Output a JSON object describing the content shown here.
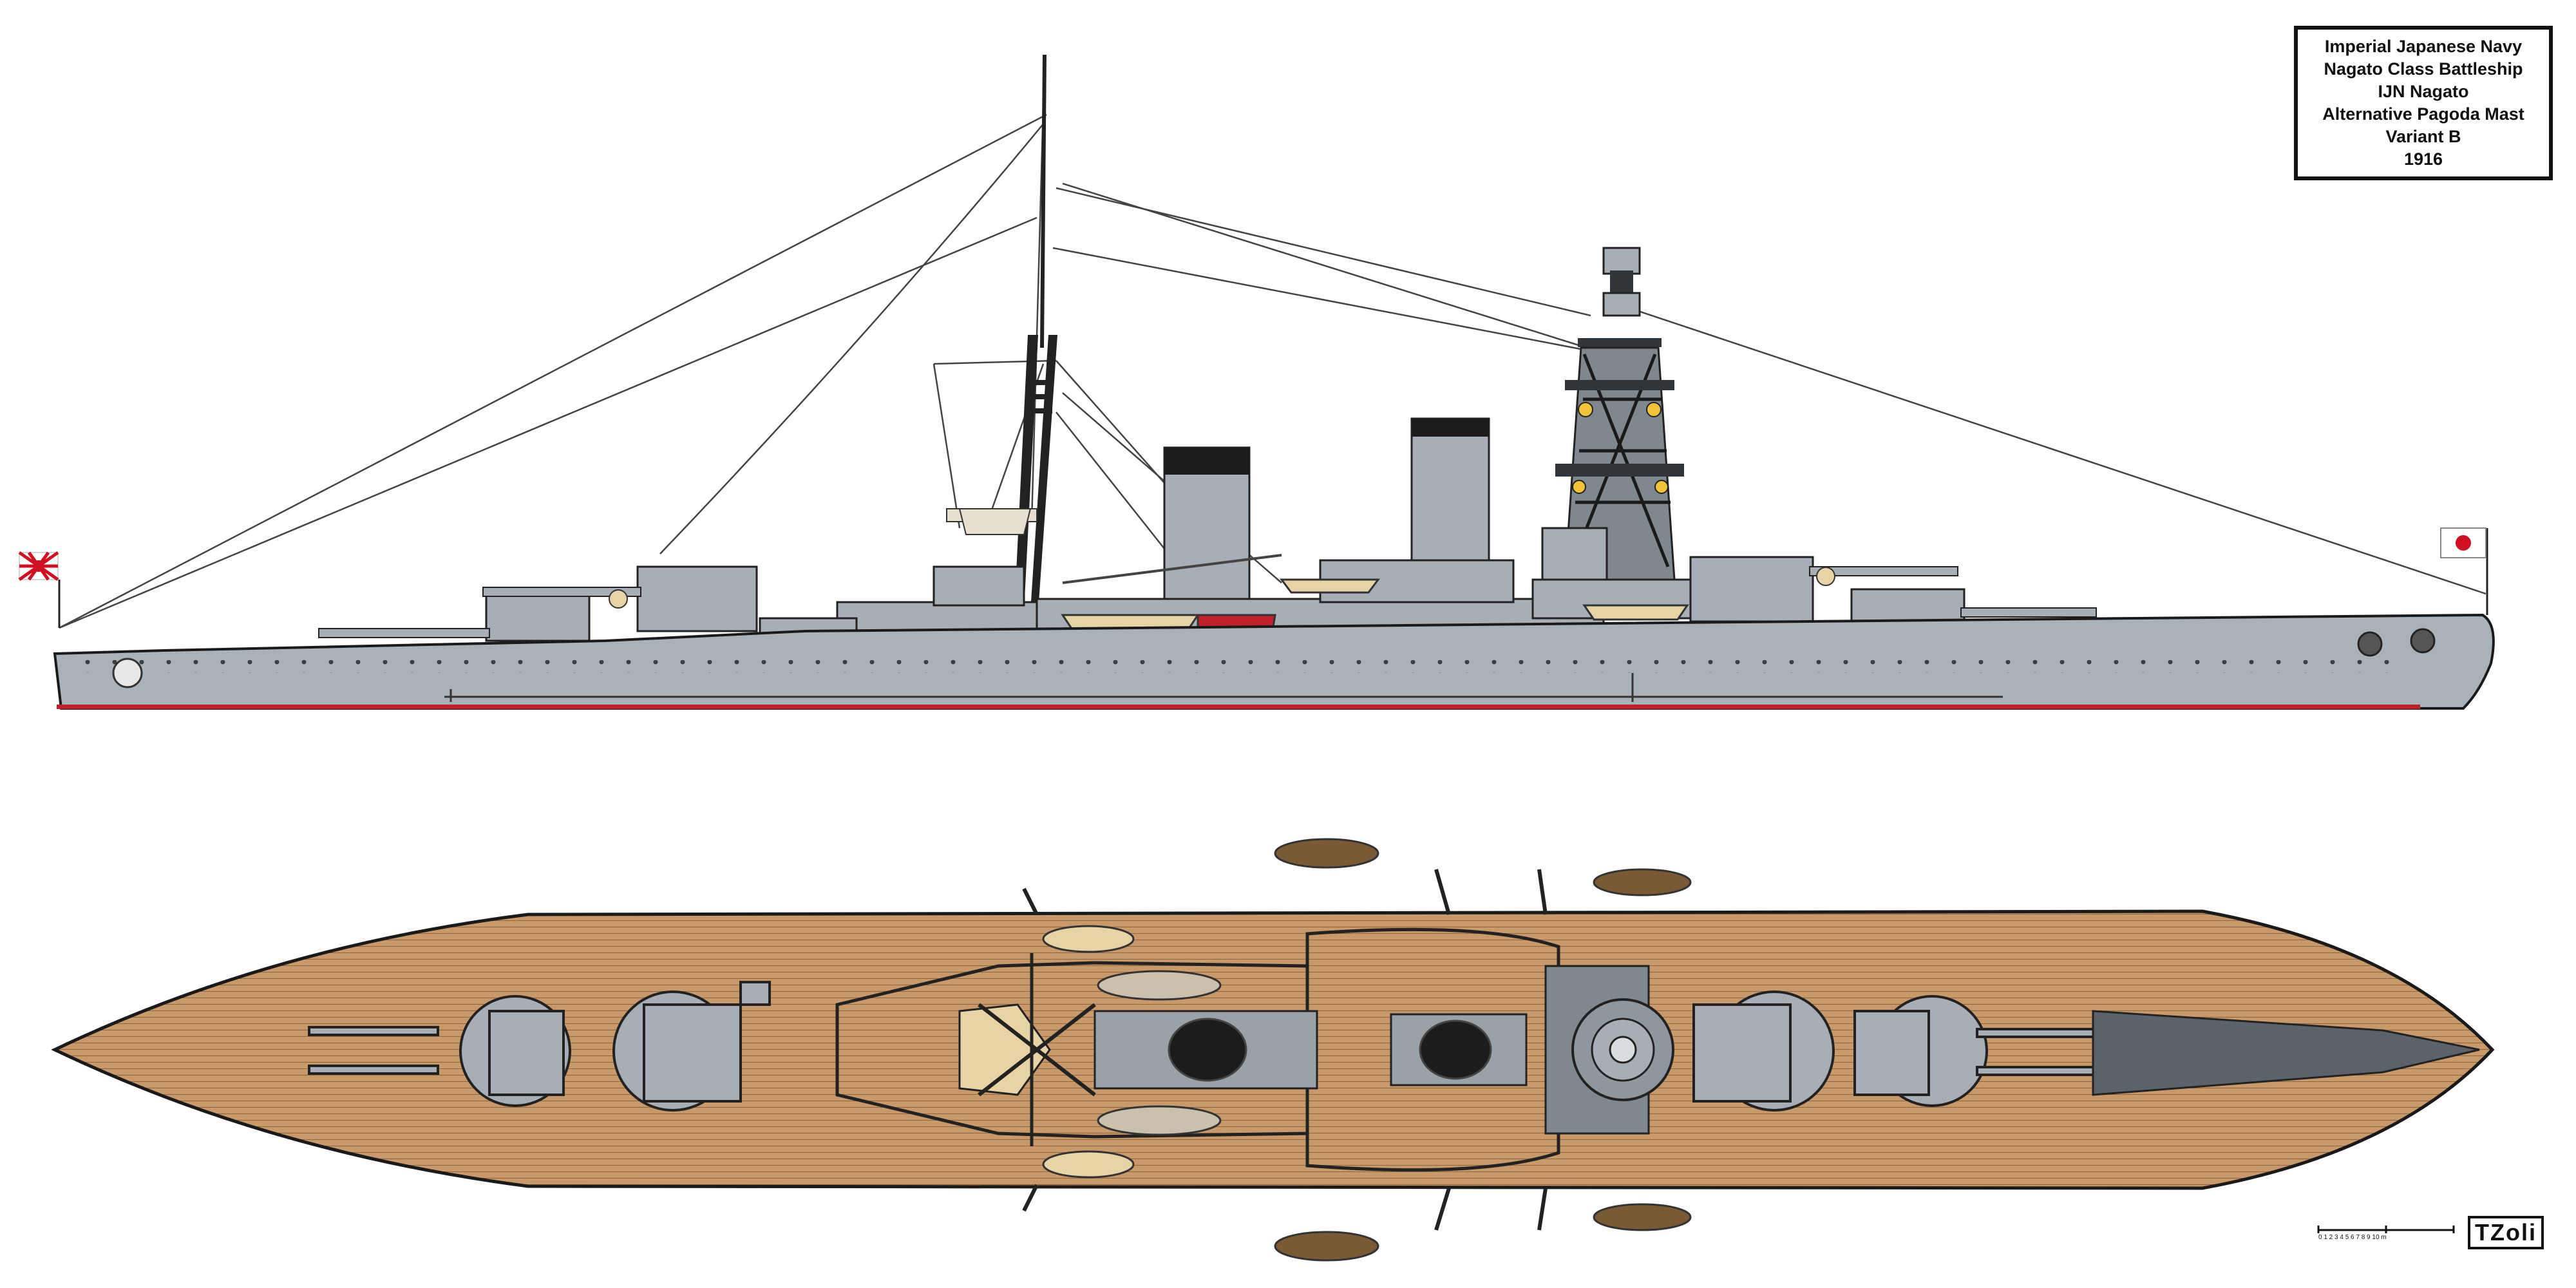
{
  "title_box": {
    "lines": [
      "Imperial Japanese  Navy",
      "Nagato Class Battleship",
      "IJN Nagato",
      "Alternative Pagoda Mast",
      "Variant B",
      "1916"
    ]
  },
  "signature": "TZoli",
  "scale_bar": {
    "label": "0  1  2  3  4  5  6  7  8  9  10 m"
  },
  "colors": {
    "hull_grey": "#a9b1b9",
    "superstructure_grey": "#a7aeb5",
    "deck_wood": "#c9996a",
    "boot_top": "#c0202a",
    "funnel_cap": "#1c1c1c",
    "outline": "#1a1a1a",
    "boat_tan": "#e6d3a6"
  },
  "flags": [
    {
      "name": "rising-sun-ensign"
    },
    {
      "name": "hinomaru-jack"
    }
  ]
}
